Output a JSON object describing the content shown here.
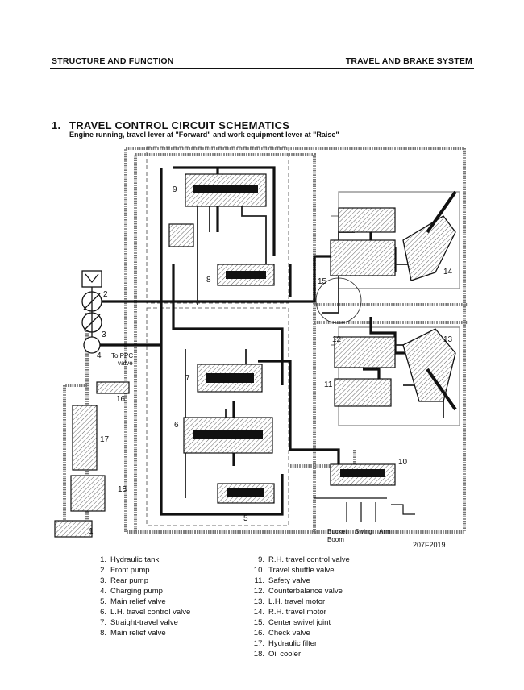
{
  "header": {
    "left": "STRUCTURE AND FUNCTION",
    "right": "TRAVEL AND BRAKE SYSTEM"
  },
  "section": {
    "number": "1.",
    "title": "TRAVEL CONTROL CIRCUIT SCHEMATICS",
    "subtitle": "Engine running, travel lever at \"Forward\" and work equipment lever at \"Raise\""
  },
  "diagram": {
    "callouts": [
      "1",
      "2",
      "3",
      "4",
      "5",
      "6",
      "7",
      "8",
      "9",
      "10",
      "11",
      "12",
      "13",
      "14",
      "15",
      "16",
      "17",
      "18"
    ],
    "to_ppc_line1": "To PPC",
    "to_ppc_line2": "valve",
    "out_bucket": "Bucket",
    "out_boom": "Boom",
    "out_swing": "Swing",
    "out_arm": "Arm",
    "figure_code": "207F2019"
  },
  "legend": {
    "left": [
      {
        "n": "1.",
        "label": "Hydraulic tank"
      },
      {
        "n": "2.",
        "label": "Front pump"
      },
      {
        "n": "3.",
        "label": "Rear pump"
      },
      {
        "n": "4.",
        "label": "Charging pump"
      },
      {
        "n": "5.",
        "label": "Main relief valve"
      },
      {
        "n": "6.",
        "label": "L.H. travel control valve"
      },
      {
        "n": "7.",
        "label": "Straight-travel valve"
      },
      {
        "n": "8.",
        "label": "Main relief valve"
      }
    ],
    "right": [
      {
        "n": "9.",
        "label": "R.H. travel control valve"
      },
      {
        "n": "10.",
        "label": "Travel shuttle valve"
      },
      {
        "n": "11.",
        "label": "Safety valve"
      },
      {
        "n": "12.",
        "label": "Counterbalance valve"
      },
      {
        "n": "13.",
        "label": "L.H. travel motor"
      },
      {
        "n": "14.",
        "label": "R.H. travel motor"
      },
      {
        "n": "15.",
        "label": "Center swivel joint"
      },
      {
        "n": "16.",
        "label": "Check valve"
      },
      {
        "n": "17.",
        "label": "Hydraulic filter"
      },
      {
        "n": "18.",
        "label": "Oil cooler"
      }
    ]
  }
}
